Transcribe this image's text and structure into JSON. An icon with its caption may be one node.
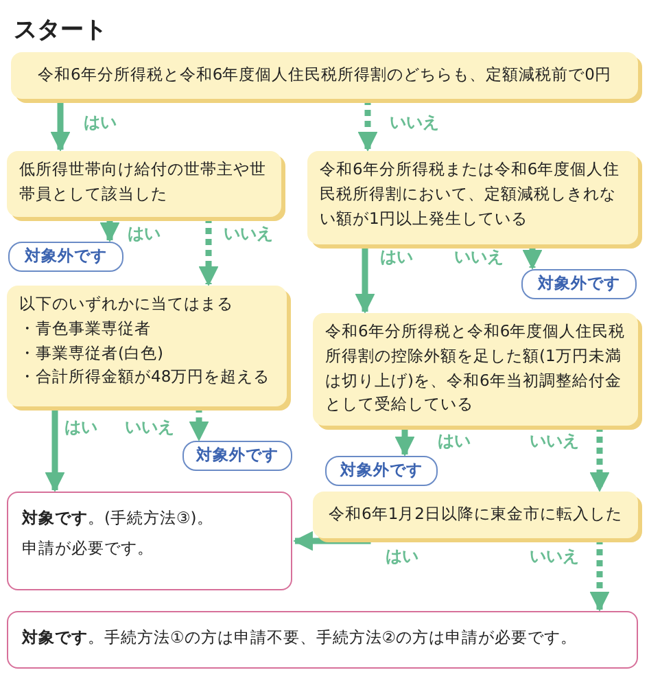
{
  "diagram": {
    "title": "スタート",
    "nodes": [
      {
        "text": [
          "令和6年分所得税と令和6年度個人住民税所得割のどちらも、定額減税前で0円"
        ]
      },
      {
        "text": [
          "低所得世帯向け給付の世帯主や世帯員として該当した"
        ]
      },
      {
        "text": [
          "令和6年分所得税または令和6年度個人住民税所得割において、定額減税しきれない額が1円以上発生している"
        ]
      },
      {
        "text": [
          "対象外です"
        ]
      },
      {
        "text": [
          "以下のいずれかに当てはまる",
          "・青色事業専従者",
          "・事業専従者(白色)",
          "・合計所得金額が48万円を超える"
        ]
      },
      {
        "text": [
          "対象外です"
        ]
      },
      {
        "text": [
          "令和6年分所得税と令和6年度個人住民税所得割の控除外額を足した額(1万円未満は切り上げ)を、令和6年当初調整給付金として受給している"
        ]
      },
      {
        "text": [
          "対象外です"
        ]
      },
      {
        "text": [
          "対象外です"
        ]
      },
      {
        "text": [
          "令和6年1月2日以降に東金市に転入した"
        ]
      },
      {
        "text": [
          "**対象です**。(手続方法③)。",
          "申請が必要です。"
        ]
      },
      {
        "text": [
          "**対象です**。手続方法①の方は申請不要、手続方法②の方は申請が必要です。"
        ]
      }
    ],
    "edges": [
      {
        "from": 0,
        "to": 1,
        "arrow": "to",
        "label": "はい"
      },
      {
        "from": 0,
        "to": 2,
        "arrow": "to",
        "label": "いいえ",
        "style": "dashed"
      },
      {
        "from": 1,
        "to": 3,
        "arrow": "to",
        "label": "はい"
      },
      {
        "from": 1,
        "to": 4,
        "arrow": "to",
        "label": "いいえ",
        "style": "dashed"
      },
      {
        "from": 2,
        "to": 6,
        "arrow": "to",
        "label": "はい"
      },
      {
        "from": 2,
        "to": 5,
        "arrow": "to",
        "label": "いいえ",
        "style": "dashed"
      },
      {
        "from": 4,
        "to": 10,
        "arrow": "to",
        "label": "はい"
      },
      {
        "from": 4,
        "to": 7,
        "arrow": "to",
        "label": "いいえ",
        "style": "dashed"
      },
      {
        "from": 6,
        "to": 8,
        "arrow": "to",
        "label": "はい"
      },
      {
        "from": 6,
        "to": 9,
        "arrow": "to",
        "label": "いいえ",
        "style": "dashed"
      },
      {
        "from": 9,
        "to": 10,
        "arrow": "to",
        "label": "はい"
      },
      {
        "from": 9,
        "to": 11,
        "arrow": "to",
        "label": "いいえ",
        "style": "dashed"
      }
    ]
  }
}
